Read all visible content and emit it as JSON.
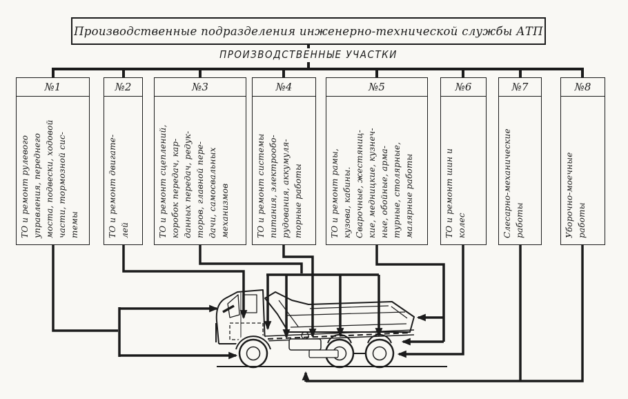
{
  "page": {
    "paper_color": "#f9f8f4",
    "ink_color": "#1b1b1b"
  },
  "header": {
    "title": "Производственные подразделения инженерно-технической службы АТП",
    "subtitle": "ПРОИЗВОДСТВЕННЫЕ УЧАСТКИ"
  },
  "sections": [
    {
      "number": "№1",
      "text": "ТО и ремонт рулевого\nуправления, переднего\nмоста, подвески, ходовой\nчасти, тормозной сис-\nтемы"
    },
    {
      "number": "№2",
      "text": "ТО и ремонт двигате-\nлей"
    },
    {
      "number": "№3",
      "text": "ТО и ремонт сцеплений,\nкоробок передач, кар-\nданных передач, редук-\nторов, главной пере-\nдачи, самосвальных\nмеханизмов"
    },
    {
      "number": "№4",
      "text": "ТО и ремонт системы\nпитания, электрообо-\nрудования, аккумуля-\nторные работы"
    },
    {
      "number": "№5",
      "text": "ТО и ремонт рамы,\nкузова, кабины.\nСварочные, жестяниц-\nкие, медницкие, кузнеч-\nные, обойные, арма-\nтурные, столярные,\nмалярные работы"
    },
    {
      "number": "№6",
      "text": "ТО и ремонт шин и\nколес"
    },
    {
      "number": "№7",
      "text": "Слесарно-механические\nработы"
    },
    {
      "number": "№8",
      "text": "Уборочно-моечные\nработы"
    }
  ],
  "illustration": {
    "name": "dump-truck"
  }
}
